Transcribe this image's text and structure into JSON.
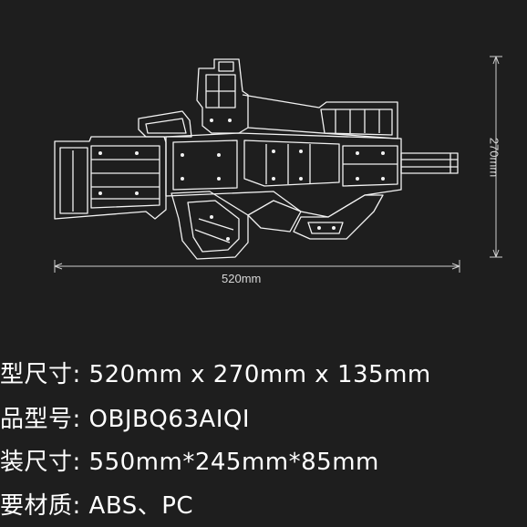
{
  "dimensions": {
    "width_label": "520mm",
    "height_label": "270mm"
  },
  "specs": [
    {
      "label": "型尺寸",
      "separator": ": ",
      "value": "520mm x 270mm x 135mm"
    },
    {
      "label": "品型号",
      "separator": ": ",
      "value": "OBJBQ63AIQI"
    },
    {
      "label": "装尺寸",
      "separator": ": ",
      "value": "550mm*245mm*85mm"
    },
    {
      "label": "要材质",
      "separator": ": ",
      "value": "ABS、PC"
    }
  ],
  "colors": {
    "background": "#1e1e1e",
    "line": "#f2f2f2",
    "dimension_line": "#cfcfcf",
    "text": "#ffffff"
  }
}
